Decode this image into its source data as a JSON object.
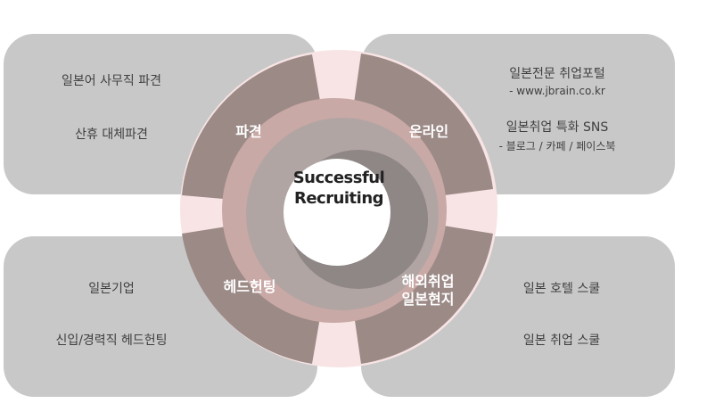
{
  "center": {
    "line1": "Successful",
    "line2": "Recruiting"
  },
  "quadrants": {
    "top_left": {
      "label": "파견",
      "items": [
        "일본어 사무직 파견",
        "산휴 대체파견"
      ]
    },
    "top_right": {
      "label": "온라인",
      "items": [
        {
          "title": "일본전문 취업포털",
          "sub": "- www.jbrain.co.kr"
        },
        {
          "title": "일본취업 특화 SNS",
          "sub": "- 블로그 / 카페 / 페이스북"
        }
      ]
    },
    "bottom_left": {
      "label": "헤드헌팅",
      "items": [
        "일본기업",
        "신입/경력직 헤드헌팅"
      ]
    },
    "bottom_right": {
      "label_line1": "해외취업",
      "label_line2": "일본현지",
      "items": [
        "일본 호텔 스쿨",
        "일본 취업 스쿨"
      ]
    }
  },
  "colors": {
    "panel": "#c8c8c8",
    "ring": "#9c8a87",
    "pink_glow": "#f8e4e4",
    "inner_pink": "#c9a9a6",
    "inner_grey": "#b1a5a3",
    "text": "#3f3f3f"
  }
}
